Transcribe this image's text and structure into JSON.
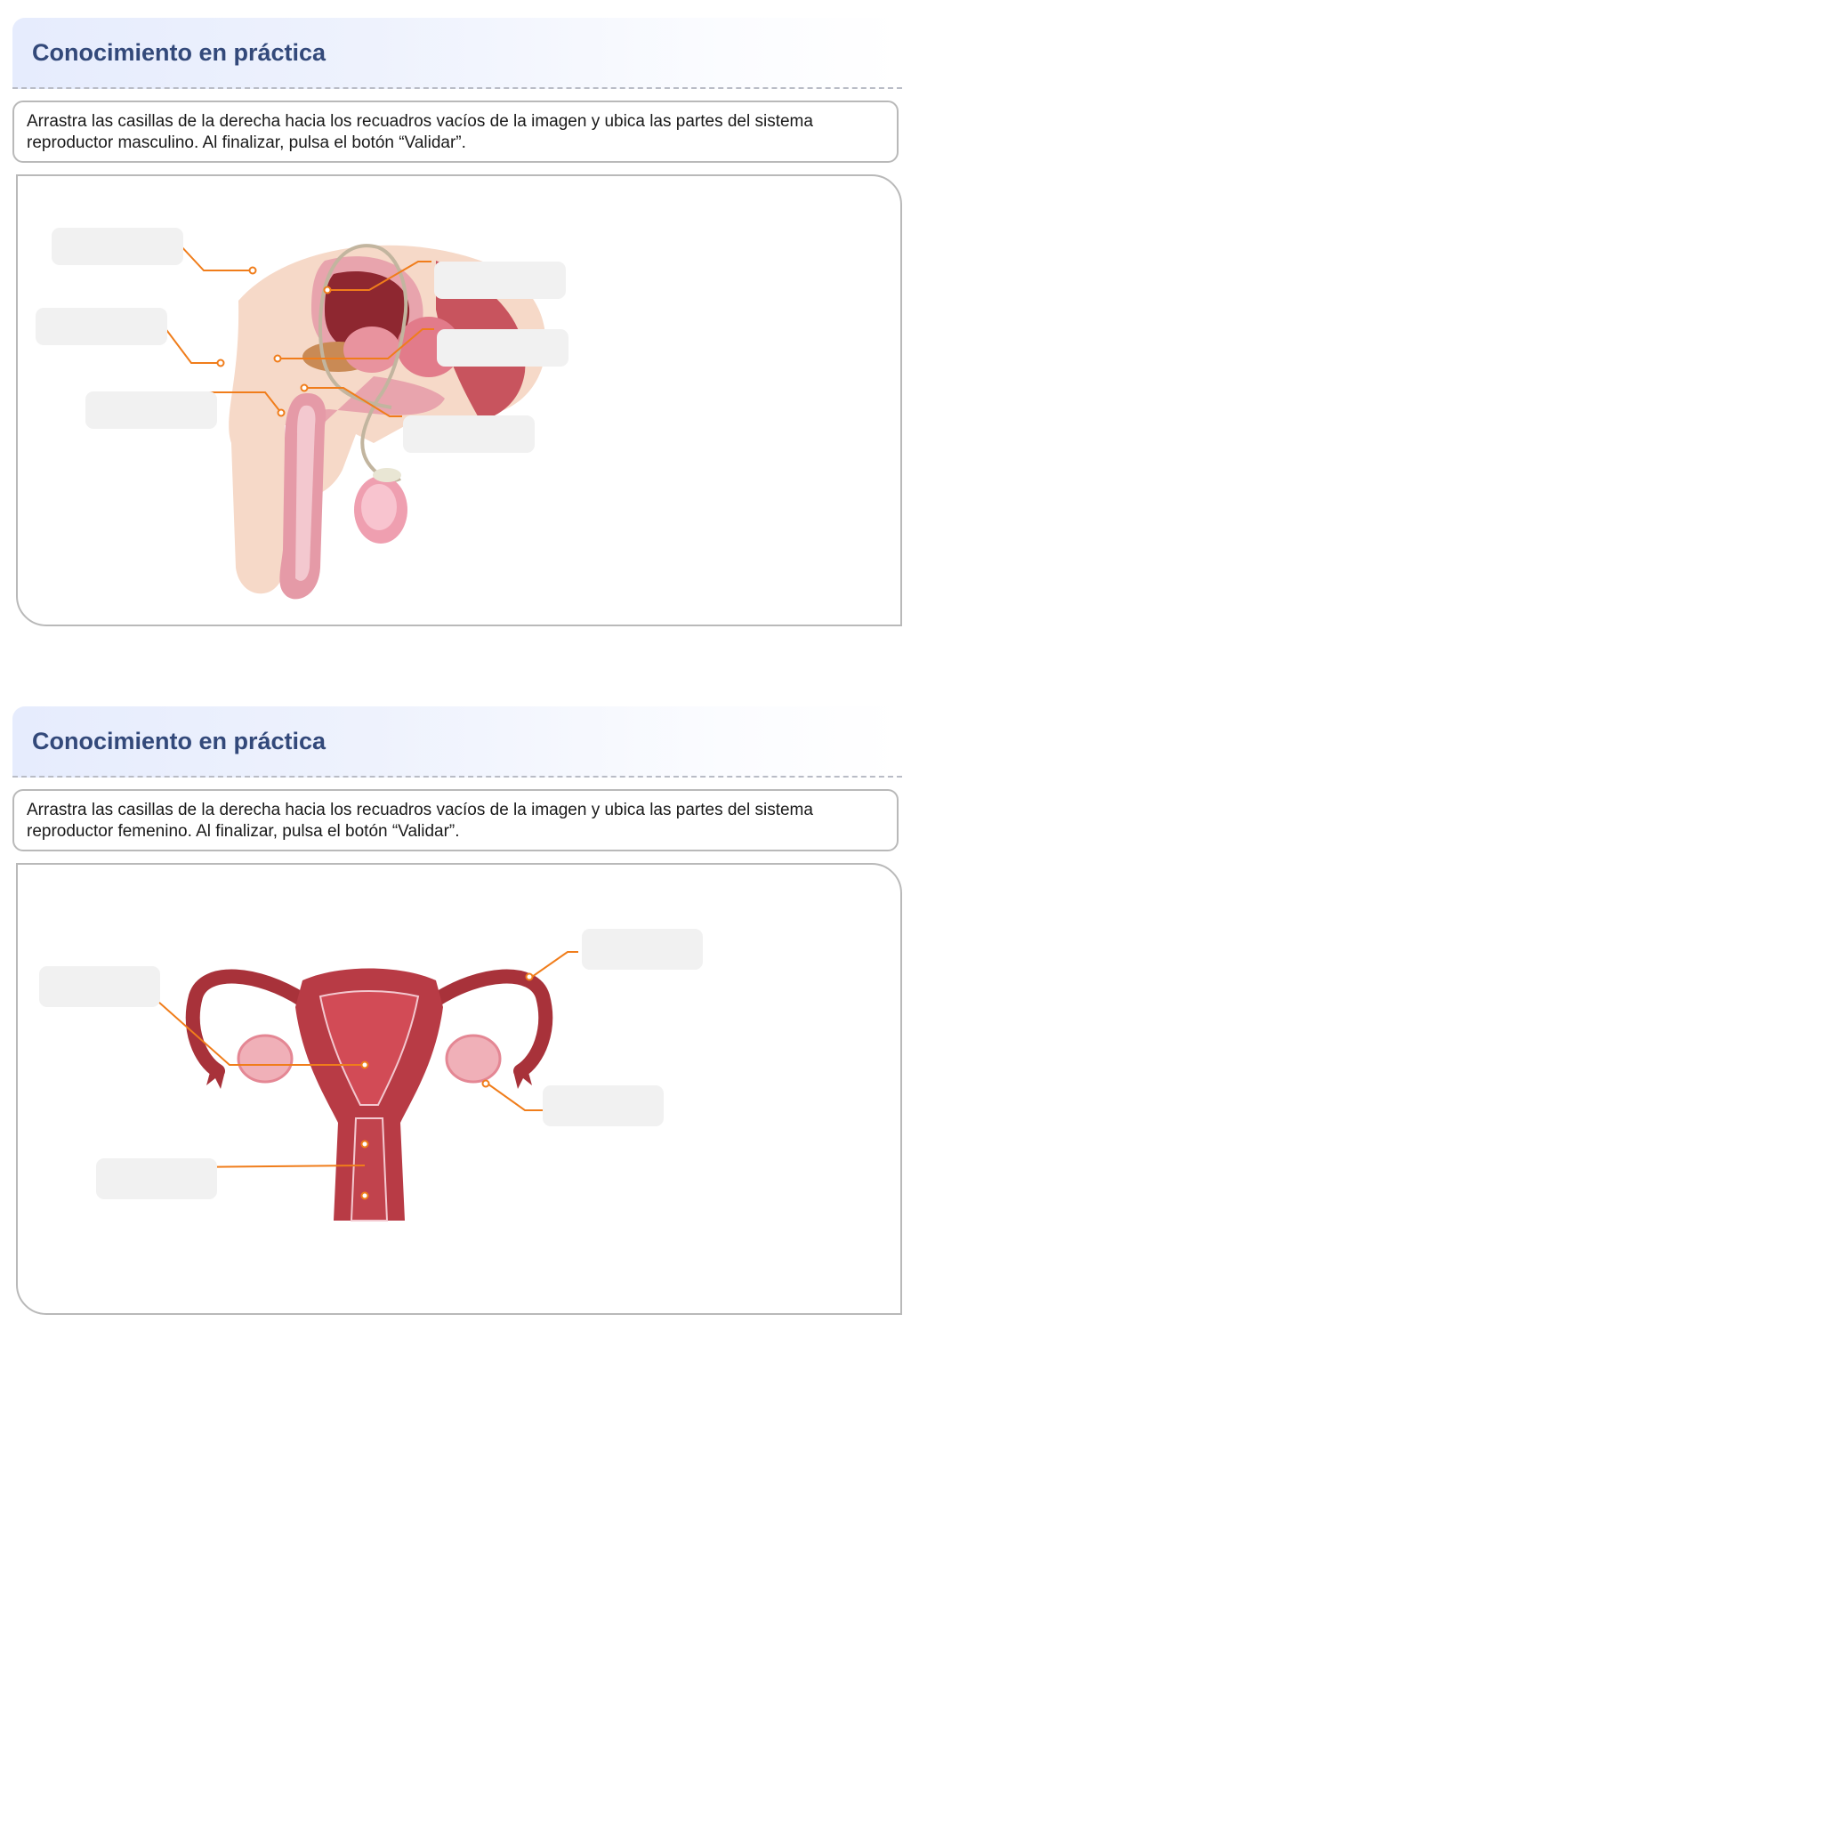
{
  "activity_male": {
    "title": "Conocimiento en práctica",
    "instructions": "Arrastra las casillas de la derecha hacia los recuadros vacíos de la imagen y ubica las partes del sistema reproductor masculino. Al finalizar, pulsa el botón “Validar”."
  },
  "activity_female": {
    "title": "Conocimiento en práctica",
    "instructions": "Arrastra las casillas de la derecha hacia los recuadros vacíos de la imagen y ubica las partes del sistema reproductor femenino. Al finalizar, pulsa el botón “Validar”."
  },
  "colors": {
    "title": "#33497a",
    "leader_line": "#f07d1b",
    "drop_zone": "#f1f1f1",
    "border": "#b9b9b9"
  }
}
